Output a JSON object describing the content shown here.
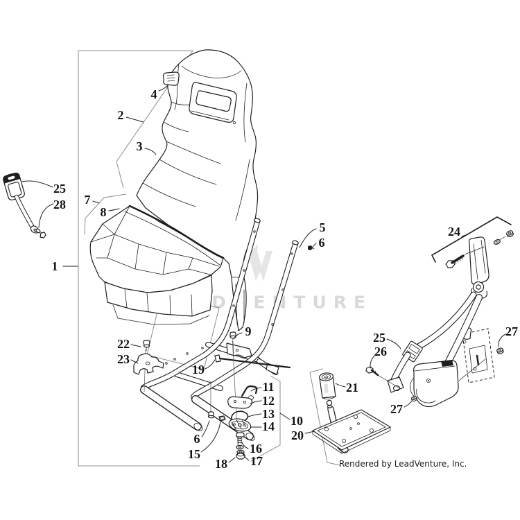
{
  "page": {
    "background": "#ffffff",
    "watermark_text": "LEADVENTURE",
    "footer_text": "Rendered by LeadVenture, Inc."
  },
  "colors": {
    "line": "#1f1f1f",
    "bracket_line": "#8c8c8c",
    "watermark_gray": "#d9d9d9",
    "flame_gray": "#e5e5e5"
  },
  "parts_diagram": {
    "description": "Exploded parts diagram: seat assembly, seat frame and seat belt components",
    "callout_labels": [
      "1",
      "2",
      "3",
      "4",
      "5",
      "6",
      "6",
      "7",
      "8",
      "9",
      "10",
      "11",
      "12",
      "13",
      "14",
      "15",
      "16",
      "17",
      "18",
      "19",
      "20",
      "21",
      "22",
      "23",
      "24",
      "25",
      "25",
      "26",
      "27",
      "27",
      "28"
    ]
  }
}
